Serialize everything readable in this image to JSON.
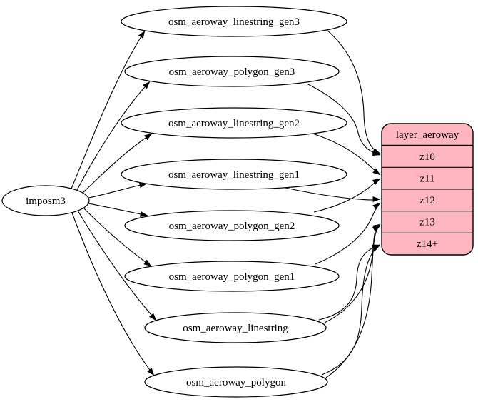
{
  "diagram": {
    "source": {
      "label": "imposm3"
    },
    "tables": [
      {
        "label": "osm_aeroway_linestring_gen3"
      },
      {
        "label": "osm_aeroway_polygon_gen3"
      },
      {
        "label": "osm_aeroway_linestring_gen2"
      },
      {
        "label": "osm_aeroway_linestring_gen1"
      },
      {
        "label": "osm_aeroway_polygon_gen2"
      },
      {
        "label": "osm_aeroway_polygon_gen1"
      },
      {
        "label": "osm_aeroway_linestring"
      },
      {
        "label": "osm_aeroway_polygon"
      }
    ],
    "layer": {
      "title": "layer_aeroway",
      "rows": [
        {
          "label": "z10"
        },
        {
          "label": "z11"
        },
        {
          "label": "z12"
        },
        {
          "label": "z13"
        },
        {
          "label": "z14+"
        }
      ]
    },
    "edges": [
      {
        "from": "imposm3",
        "to": "osm_aeroway_linestring_gen3"
      },
      {
        "from": "imposm3",
        "to": "osm_aeroway_polygon_gen3"
      },
      {
        "from": "imposm3",
        "to": "osm_aeroway_linestring_gen2"
      },
      {
        "from": "imposm3",
        "to": "osm_aeroway_linestring_gen1"
      },
      {
        "from": "imposm3",
        "to": "osm_aeroway_polygon_gen2"
      },
      {
        "from": "imposm3",
        "to": "osm_aeroway_polygon_gen1"
      },
      {
        "from": "imposm3",
        "to": "osm_aeroway_linestring"
      },
      {
        "from": "imposm3",
        "to": "osm_aeroway_polygon"
      },
      {
        "from": "osm_aeroway_linestring_gen3",
        "to": "layer_aeroway:z10"
      },
      {
        "from": "osm_aeroway_polygon_gen3",
        "to": "layer_aeroway:z10"
      },
      {
        "from": "osm_aeroway_linestring_gen2",
        "to": "layer_aeroway:z11"
      },
      {
        "from": "osm_aeroway_polygon_gen2",
        "to": "layer_aeroway:z11"
      },
      {
        "from": "osm_aeroway_linestring_gen1",
        "to": "layer_aeroway:z12"
      },
      {
        "from": "osm_aeroway_polygon_gen1",
        "to": "layer_aeroway:z12"
      },
      {
        "from": "osm_aeroway_linestring",
        "to": "layer_aeroway:z13"
      },
      {
        "from": "osm_aeroway_polygon",
        "to": "layer_aeroway:z13"
      },
      {
        "from": "osm_aeroway_linestring",
        "to": "layer_aeroway:z14+"
      },
      {
        "from": "osm_aeroway_polygon",
        "to": "layer_aeroway:z14+"
      }
    ],
    "colors": {
      "layer_fill": "#ffb6c1",
      "table_fill": "#ffffff",
      "stroke": "#000000"
    }
  }
}
